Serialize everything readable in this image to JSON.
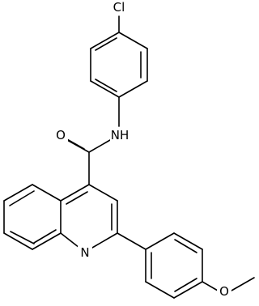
{
  "structure": {
    "atoms": {
      "chlorine": "Cl",
      "amide_nitrogen": "NH",
      "carbonyl_oxygen": "O",
      "ring_nitrogen": "N",
      "ether_oxygen": "O"
    }
  },
  "style": {
    "bond_color": "#000000",
    "label_color": "#000000",
    "background": "#ffffff"
  }
}
